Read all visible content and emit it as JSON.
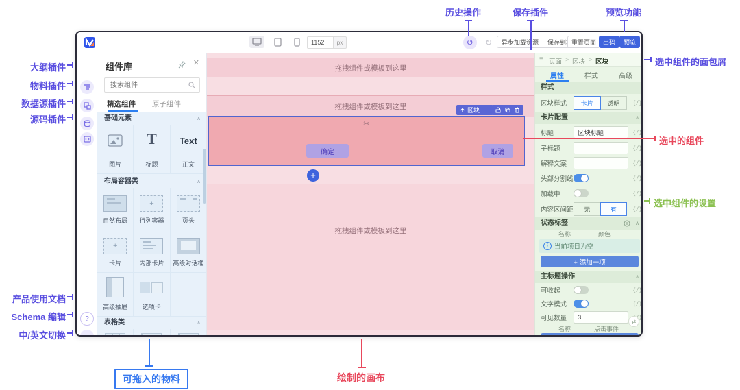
{
  "colors": {
    "annotation_purple": "#5a4fe0",
    "annotation_red": "#e8485c",
    "annotation_green": "#8cc152",
    "annotation_blue": "#3779f0",
    "primary_blue": "#3e63dd",
    "tab_active_blue": "#2d7ff0",
    "canvas_pink": "#f4cdd5",
    "selected_block_pink": "#f0a9b0"
  },
  "annotations": {
    "history": "历史操作",
    "save_plugin": "保存插件",
    "preview_feature": "预览功能",
    "outline_plugin": "大纲插件",
    "material_plugin": "物料插件",
    "datasource_plugin": "数据源插件",
    "source_plugin": "源码插件",
    "docs": "产品使用文档",
    "schema_edit": "Schema 编辑",
    "lang_toggle": "中/英文切换",
    "breadcrumb_note": "选中组件的面包屑",
    "selected_component": "选中的组件",
    "selected_settings": "选中组件的设置",
    "draggable_materials": "可拖入的物料",
    "canvas_note": "绘制的画布"
  },
  "toolbar": {
    "viewport_width": "1152",
    "viewport_unit": "px",
    "async_load": "异步加载资源",
    "save_local": "保存到本地",
    "reset_page": "重置页面",
    "outcode": "出码",
    "preview": "预览",
    "undo_icon": "↺",
    "redo_icon": "↻"
  },
  "panel": {
    "title": "组件库",
    "search_placeholder": "搜索组件",
    "tab_featured": "精选组件",
    "tab_atomic": "原子组件",
    "sec_basic": "基础元素",
    "item_image": "图片",
    "item_title": "标题",
    "item_title_glyph": "T",
    "item_text": "正文",
    "item_text_glyph": "Text",
    "sec_layout": "布局容器类",
    "item_free": "自然布局",
    "item_rowcol": "行列容器",
    "item_pagehead": "页头",
    "item_card": "卡片",
    "item_innercard": "内部卡片",
    "item_dialog": "高级对话框",
    "item_drawer": "高级抽屉",
    "item_tab": "选项卡",
    "sec_table": "表格类"
  },
  "canvas": {
    "drop_hint_1": "拖拽组件或模板到这里",
    "drop_hint_2": "拖拽组件或模板到这里",
    "drop_hint_3": "拖拽组件或模板到这里",
    "block_tag": "区块",
    "ok": "确定",
    "cancel": "取消",
    "scissors_icon": "✂",
    "plus_icon": "+"
  },
  "settings": {
    "crumb_icon": "≡",
    "crumb_page": "页面",
    "crumb_sep": ">",
    "crumb_block1": "区块",
    "crumb_block2": "区块",
    "tab_props": "属性",
    "tab_style": "样式",
    "tab_advanced": "高级",
    "sec_style": "样式",
    "f_block_style": "区块样式",
    "opt_card": "卡片",
    "opt_transparent": "透明",
    "sec_card_cfg": "卡片配置",
    "f_title": "标题",
    "v_title": "区块标题",
    "f_subtitle": "子标题",
    "f_desc": "解释文案",
    "f_divider": "头部分割线",
    "f_loading": "加载中",
    "f_padding": "内容区间距",
    "opt_none": "无",
    "opt_yes": "有",
    "sec_status": "状态标签",
    "col_name": "名称",
    "col_color": "颜色",
    "empty_hint": "当前项目为空",
    "info_icon": "i",
    "add_item": "+ 添加一项",
    "sec_main_title": "主标题操作",
    "f_collapsible": "可收起",
    "f_text_mode": "文字模式",
    "f_visible_count": "可见数量",
    "v_visible_count": "3",
    "col_name2": "名称",
    "col_click": "点击事件",
    "binder": "{/}",
    "chevron_up": "∧",
    "swap_icon": "⇄"
  }
}
